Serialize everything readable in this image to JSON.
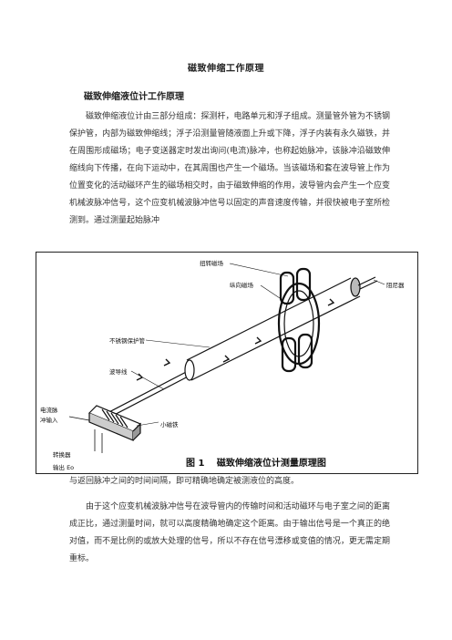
{
  "doc": {
    "title": "磁致伸缩工作原理",
    "subtitle": "磁致伸缩液位计工作原理",
    "para1": "磁致伸缩液位计由三部分组成：探测杆，电路单元和浮子组成。测量管外管为不锈钢保护管，内部为磁致伸缩线；浮子沿测量管随液面上升或下降，浮子内装有永久磁铁，并在周围形成磁场；电子变送器定时发出询问(电流)脉冲，也称起始脉冲，该脉冲沿磁致伸缩线向下传播，在向下运动中，在其周围也产生一个磁场。当该磁场和套在波导管上作为位置变化的活动磁环产生的磁场相交时，由于磁致伸缩的作用，波导管内会产生一个应变机械波脉冲信号，这个应变机械波脉冲信号以固定的声音速度传输，并很快被电子室所检测到。通过测量起始脉冲",
    "para2": "与返回脉冲之间的时间间隔，即可精确地确定被测液位的高度。",
    "para3": "由于这个应变机械波脉冲信号在波导管内的传输时间和活动磁环与电子室之间的距离成正比，通过测量时间，就可以高度精确地确定这个距离。由于输出信号是一个真正的绝对值，而不是比例的或放大处理的信号，所以不存在信号漂移或变值的情况，更无需定期重标。"
  },
  "figure": {
    "labels": {
      "torsion_field": "扭转磁场",
      "axial_field": "纵向磁场",
      "damper": "阻尼器",
      "ss_tube": "不锈钢保护管",
      "waveguide": "波导线",
      "current_pulse_1": "电流脉",
      "current_pulse_2": "冲输入",
      "small_magnet": "小磁铁",
      "transducer": "转换器",
      "output": "输出 Eo"
    },
    "caption": "图 1　 磁致伸缩液位计测量原理图"
  }
}
